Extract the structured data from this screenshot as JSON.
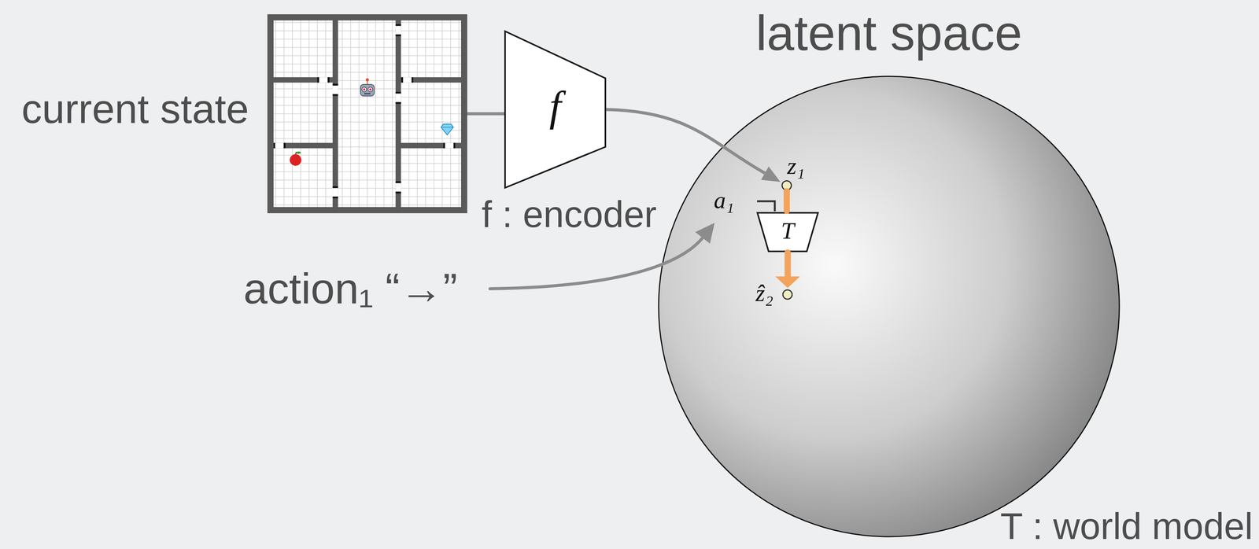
{
  "diagram": {
    "nodes": [
      {
        "text": [
          "current state"
        ]
      },
      {
        "text": [
          "f",
          "f : encoder"
        ]
      },
      {
        "text": [
          "latent space"
        ]
      },
      {
        "text": [
          "z₁"
        ],
        "in": 2
      },
      {
        "text": [
          "T"
        ],
        "in": 2
      },
      {
        "text": [
          "ẑ₂"
        ],
        "in": 2
      }
    ],
    "edges": [
      {
        "from": 0,
        "to": 1,
        "arrow": "none"
      },
      {
        "from": 1,
        "to": 3,
        "arrow": "to"
      },
      {
        "from": 3,
        "to": 4,
        "arrow": "none"
      },
      {
        "from": 4,
        "to": 5,
        "arrow": "to"
      }
    ],
    "labels": [
      "a₁",
      "action₁ “→”",
      "T : world model"
    ]
  }
}
